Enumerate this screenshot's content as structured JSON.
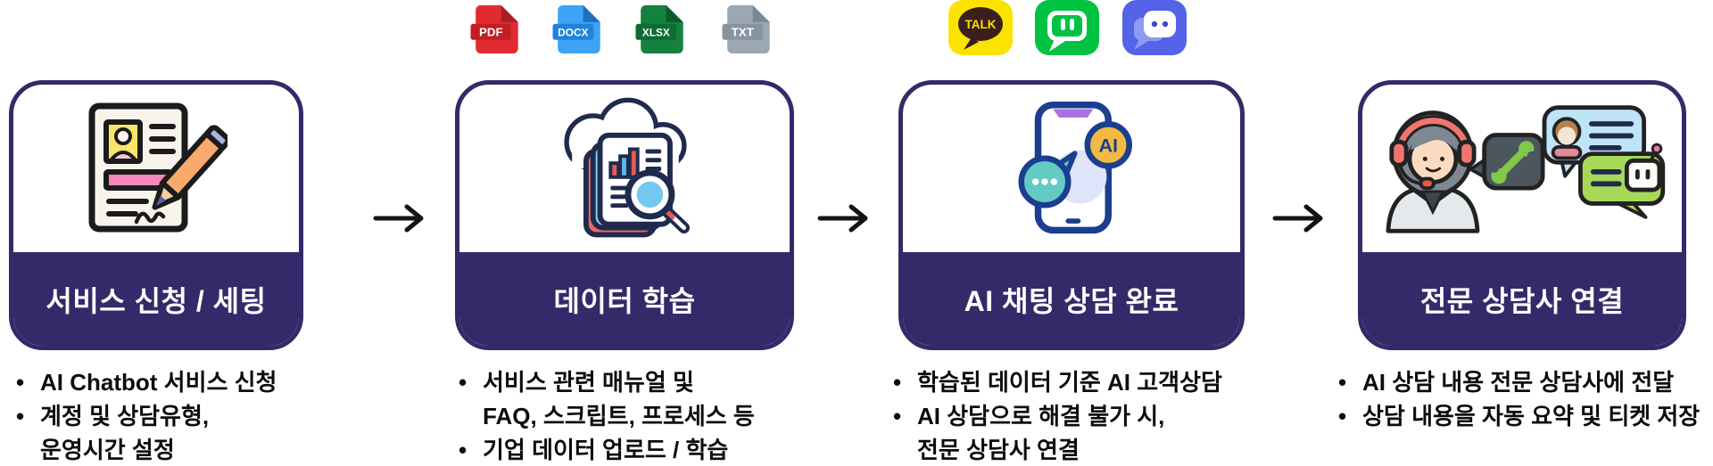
{
  "palette": {
    "primary_purple": "#332A69",
    "note_text": "#0D0D0D",
    "band_title_text": "#FFFFFF",
    "arrow": "#141414"
  },
  "flow": {
    "steps": [
      {
        "title": "서비스 신청 / 세팅",
        "icon": "application-form-icon",
        "notes": [
          {
            "marker": "•",
            "text": "AI Chatbot 서비스 신청"
          },
          {
            "marker": "•",
            "text": "계정 및 상담유형,"
          },
          {
            "marker": "",
            "text": "운영시간 설정"
          }
        ]
      },
      {
        "title": "데이터 학습",
        "icon": "data-learning-icon",
        "notes": [
          {
            "marker": "•",
            "text": "서비스 관련 매뉴얼 및"
          },
          {
            "marker": "",
            "text": "FAQ, 스크립트, 프로세스 등"
          },
          {
            "marker": "•",
            "text": "기업 데이터 업로드 / 학습"
          }
        ]
      },
      {
        "title": "AI 채팅 상담 완료",
        "icon": "ai-chat-phone-icon",
        "ai_badge": "AI",
        "notes": [
          {
            "marker": "•",
            "text": "학습된 데이터 기준 AI 고객상담"
          },
          {
            "marker": "•",
            "text": "AI 상담으로 해결 불가 시,"
          },
          {
            "marker": "",
            "text": "전문 상담사 연결"
          }
        ]
      },
      {
        "title": "전문 상담사 연결",
        "icon": "agent-connect-icon",
        "notes": [
          {
            "marker": "•",
            "text": "AI 상담 내용 전문 상담사에 전달"
          },
          {
            "marker": "•",
            "text": "상담 내용을 자동 요약 및 티켓 저장"
          }
        ]
      }
    ],
    "file_badges": [
      {
        "label": "PDF",
        "body": "#E02B31",
        "fold": "#AF1E24",
        "band": "#C21E25"
      },
      {
        "label": "DOCX",
        "body": "#3DA3F5",
        "fold": "#1E6FC0",
        "band": "#1F83DC"
      },
      {
        "label": "XLSX",
        "body": "#14813F",
        "fold": "#0A5A2A",
        "band": "#0D6B33"
      },
      {
        "label": "TXT",
        "body": "#9BA8B4",
        "fold": "#7A8894",
        "band": "#87949F"
      }
    ],
    "messengers": [
      {
        "name": "kakaotalk-icon",
        "label": "TALK",
        "bg": "#FBE300"
      },
      {
        "name": "green-chat-icon",
        "label": "",
        "bg": "#00C341"
      },
      {
        "name": "blue-chat-icon",
        "label": "",
        "bg": "#5463E8"
      }
    ]
  }
}
